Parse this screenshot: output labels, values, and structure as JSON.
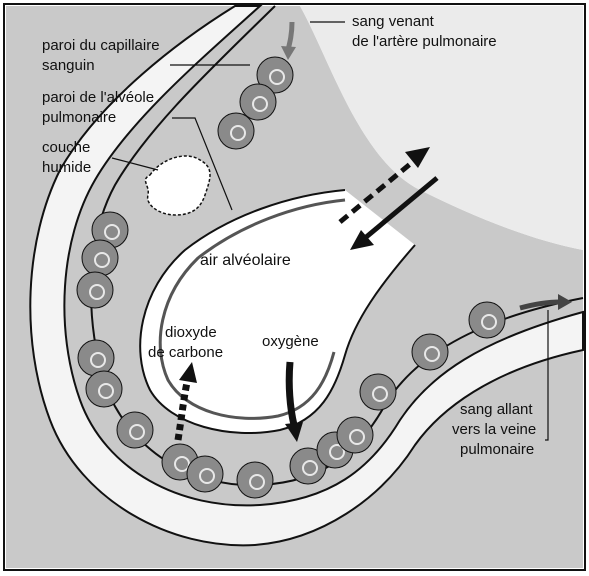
{
  "diagram": {
    "labels": {
      "capillary_wall": [
        "paroi du capillaire",
        "sanguin"
      ],
      "alveolus_wall": [
        "paroi de l'alvéole",
        "pulmonaire"
      ],
      "moist_layer": [
        "couche",
        "humide"
      ],
      "artery_blood": [
        "sang venant",
        "de l'artère pulmonaire"
      ],
      "alveolar_air": "air alvéolaire",
      "carbon_dioxide": [
        "dioxyde",
        "de carbone"
      ],
      "oxygen": "oxygène",
      "vein_blood": [
        "sang allant",
        "vers la veine",
        "pulmonaire"
      ]
    },
    "colors": {
      "background": "#ffffff",
      "tissue": "#c9c9c9",
      "capillary_fill": "#f4f4f4",
      "red_cell": "#8a8a8a",
      "ink": "#111111",
      "flow_arrow": "#777777"
    }
  }
}
